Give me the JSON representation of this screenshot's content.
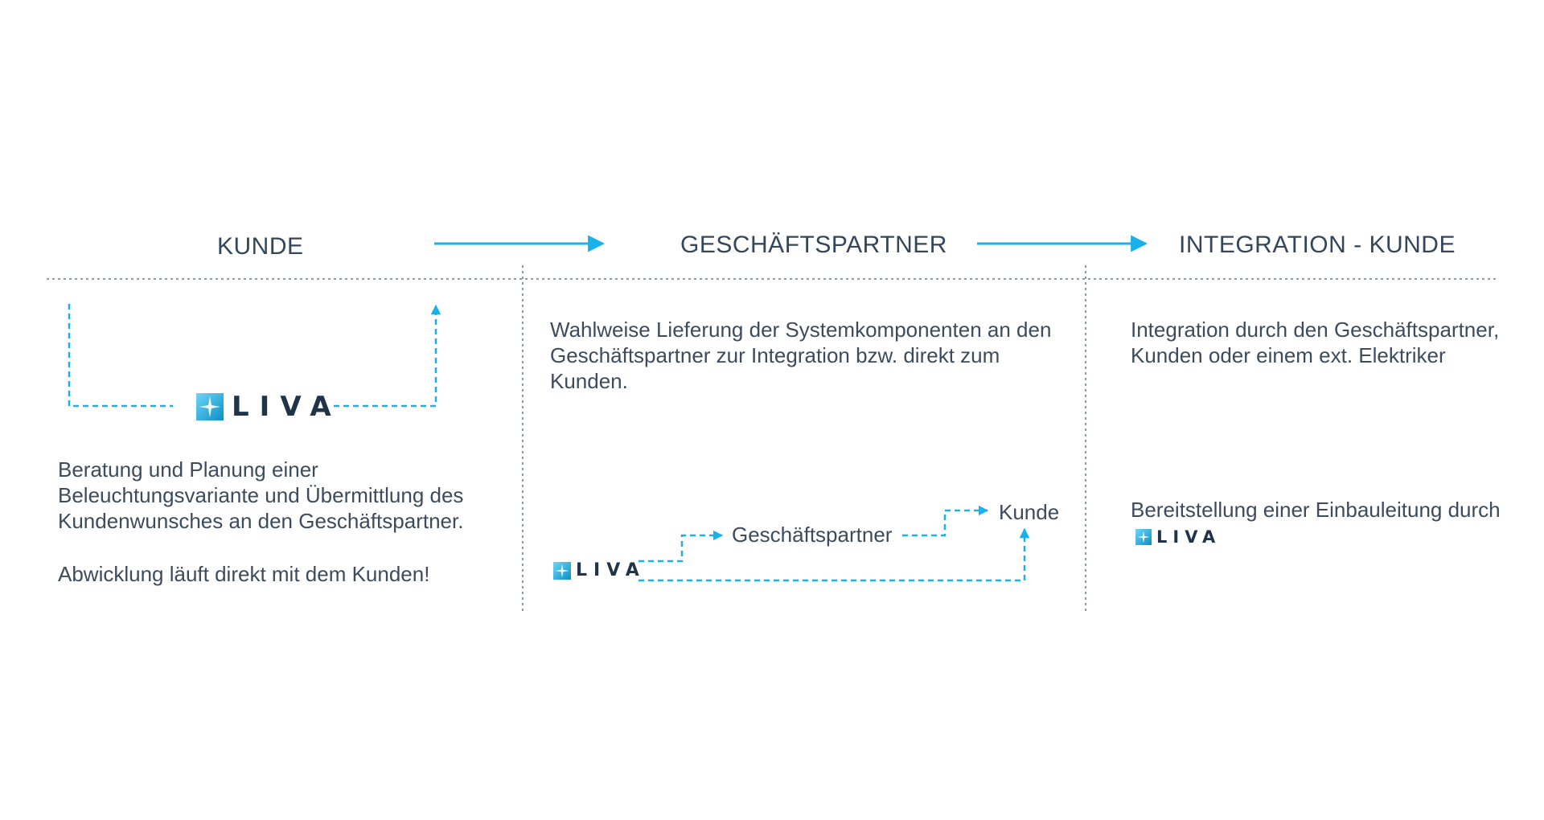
{
  "colors": {
    "accent": "#1ab0e8",
    "divider": "#6b7786",
    "text": "#3d4b5c",
    "logo_text": "#1f3447"
  },
  "columns": [
    {
      "heading": "KUNDE"
    },
    {
      "heading": "GESCHÄFTSPARTNER"
    },
    {
      "heading": "INTEGRATION - KUNDE"
    }
  ],
  "kunde": {
    "logo_text": "LIVA",
    "description": "Beratung und Planung einer Beleuchtungsvariante und Übermittlung des Kundenwunsches an den Geschäftspartner.",
    "note": "Abwicklung läuft direkt mit dem Kunden!"
  },
  "partner": {
    "description": "Wahlweise Lieferung der Systemkomponenten an den Geschäftspartner zur Integration bzw. direkt zum Kunden.",
    "flow_logo_text": "LIVA",
    "flow_partner_label": "Geschäftspartner",
    "flow_customer_label": "Kunde"
  },
  "integration": {
    "description": "Integration durch den Geschäftspartner, Kunden oder einem ext. Elektriker",
    "provision_text": "Bereitstellung einer Einbauleitung durch",
    "logo_text": "LIVA"
  }
}
